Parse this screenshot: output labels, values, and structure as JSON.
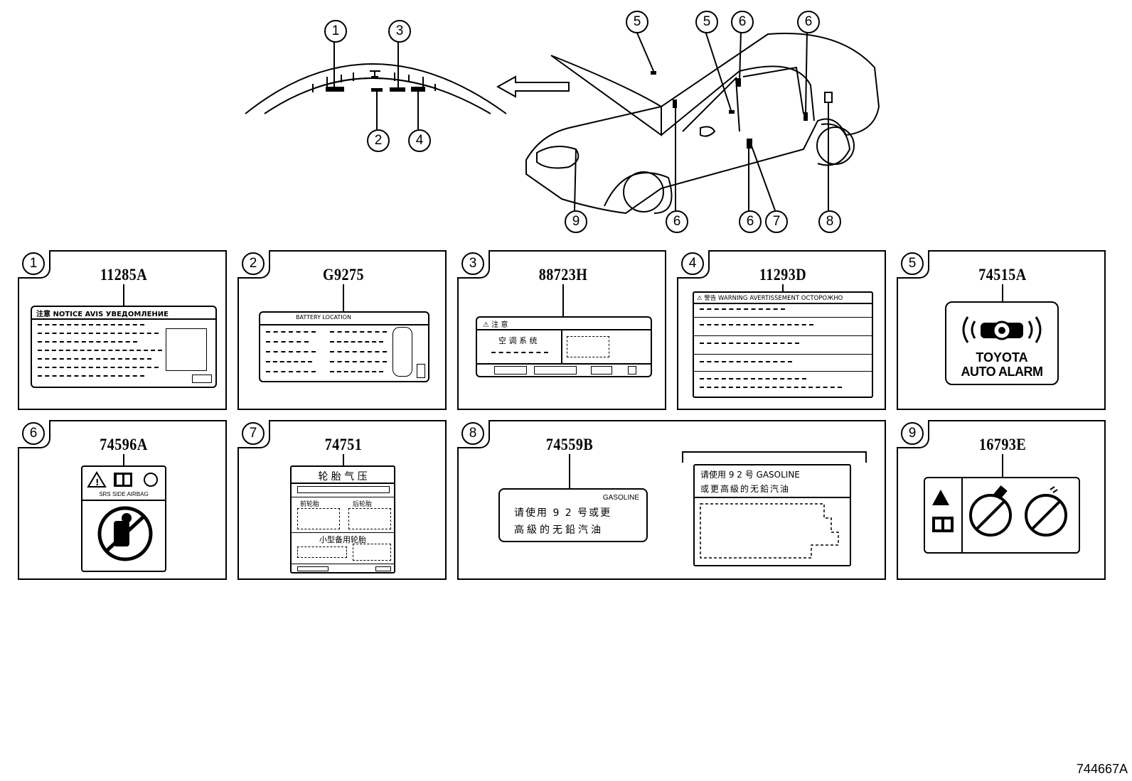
{
  "callouts": {
    "c1": "1",
    "c2": "2",
    "c3": "3",
    "c4": "4",
    "c5": "5",
    "c6": "6",
    "c7": "7",
    "c8": "8",
    "c9": "9"
  },
  "panels": [
    {
      "num": "1",
      "part": "11285A"
    },
    {
      "num": "2",
      "part": "G9275"
    },
    {
      "num": "3",
      "part": "88723H"
    },
    {
      "num": "4",
      "part": "11293D"
    },
    {
      "num": "5",
      "part": "74515A"
    },
    {
      "num": "6",
      "part": "74596A"
    },
    {
      "num": "7",
      "part": "74751"
    },
    {
      "num": "8",
      "part": "74559B"
    },
    {
      "num": "9",
      "part": "16793E"
    }
  ],
  "label1": {
    "header": "注意 NOTICE AVIS УВЕДОМЛЕНИЕ"
  },
  "label2": {
    "header": "BATTERY LOCATION"
  },
  "label3": {
    "header": "⚠ 注 意",
    "body": "空 调 系 统"
  },
  "label4": {
    "header": "⚠ 警告 WARNING AVERTISSEMENT ОСТОРОЖНО"
  },
  "label5": {
    "line1": "TOYOTA",
    "line2": "AUTO ALARM"
  },
  "label6": {
    "caption": "SRS SIDE AIRBAG"
  },
  "label7": {
    "title": "轮 胎 气 压",
    "front": "前轮胎",
    "rear": "后轮胎",
    "spare": "小型备用轮胎"
  },
  "label8": {
    "small_en": "GASOLINE",
    "small_line1": "请使用 9 2 号或更",
    "small_line2": "高級的无鉛汽油",
    "large_line1": "请使用 9 2 号 GASOLINE",
    "large_line2": "或更高級的无鉛汽油"
  },
  "diagram_id": "744667A"
}
